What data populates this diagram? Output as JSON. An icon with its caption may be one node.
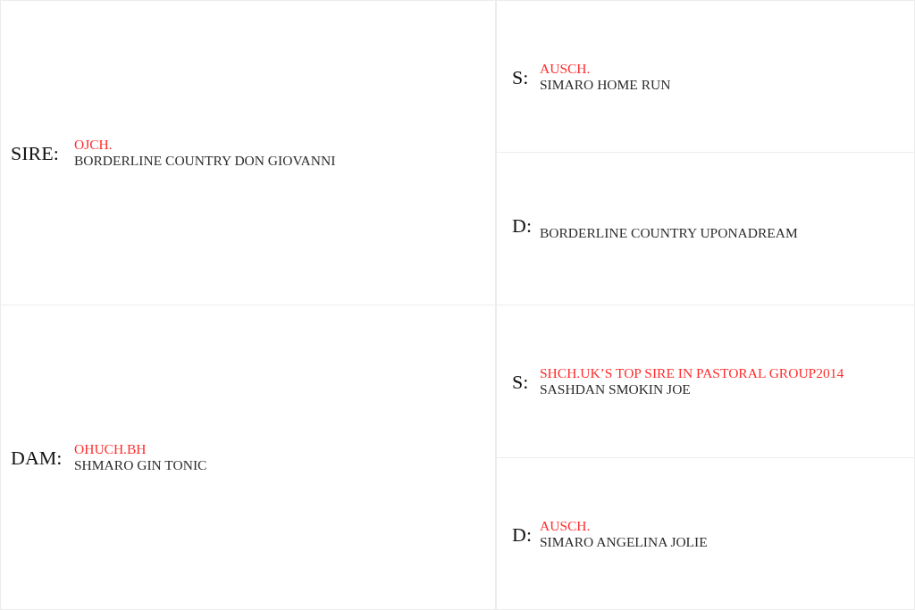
{
  "diagram": {
    "nodes": [
      {
        "text": [
          "SIRE:",
          "OJCH.",
          "BORDERLINE COUNTRY DON GIOVANNI"
        ]
      },
      {
        "text": [
          "S:",
          "AUSCH.",
          "SIMARO HOME RUN"
        ]
      },
      {
        "text": [
          "D:",
          "BORDERLINE COUNTRY UPONADREAM"
        ]
      },
      {
        "text": [
          "DAM:",
          "OHUCH.BH",
          "SHMARO GIN TONIC"
        ]
      },
      {
        "text": [
          "S:",
          "SHCH.UK’S TOP SIRE IN PASTORAL GROUP2014",
          "SASHDAN SMOKIN JOE"
        ]
      },
      {
        "text": [
          "D:",
          "AUSCH.",
          "SIMARO ANGELINA JOLIE"
        ]
      }
    ]
  }
}
